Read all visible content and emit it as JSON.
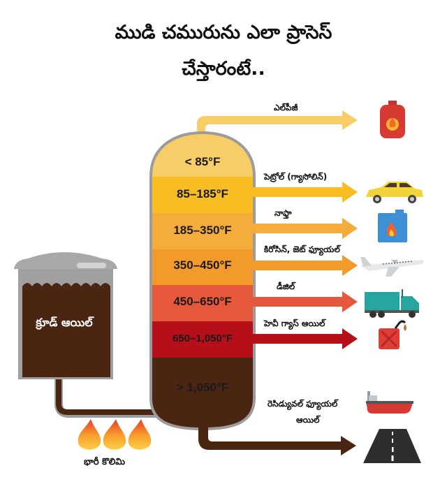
{
  "title": {
    "line1": "ముడి చమురును ఎలా ప్రాసెస్",
    "line2": "చేస్తారంటే.."
  },
  "tank": {
    "label": "క్రూడ్ ఆయిల్",
    "fill_color": "#4a2612",
    "shell_color": "#9c9c9c"
  },
  "furnace": {
    "label": "భారీ కొలిమి",
    "flame_count": 3
  },
  "column": {
    "bands": [
      {
        "temp": "< 85°F",
        "color": "#f7cd67"
      },
      {
        "temp": "85–185°F",
        "color": "#f8bd22"
      },
      {
        "temp": "185–350°F",
        "color": "#f4ad3c"
      },
      {
        "temp": "350–450°F",
        "color": "#f29a2a"
      },
      {
        "temp": "450–650°F",
        "color": "#e5583c"
      },
      {
        "temp": "650–1,050°F",
        "color": "#b51019"
      },
      {
        "temp": "> 1,050°F",
        "color": "#4a2612"
      }
    ]
  },
  "products": [
    {
      "label": "ఎల్‌పీజీ",
      "icon": "gas-cylinder-icon",
      "arrow_color": "#f7cd67"
    },
    {
      "label": "పెట్రోల్ (గ్యాసోలిన్)",
      "icon": "car-icon",
      "arrow_color": "#f8bd22"
    },
    {
      "label": "నాఫ్తా",
      "icon": "fuel-can-icon",
      "arrow_color": "#f4ad3c"
    },
    {
      "label": "కిరోసిన్, జెట్ ఫ్యూయల్",
      "icon": "airplane-icon",
      "arrow_color": "#f29a2a"
    },
    {
      "label": "డీజిల్",
      "icon": "truck-icon",
      "arrow_color": "#e5583c"
    },
    {
      "label": "హెవీ గ్యాస్ ఆయిల్",
      "icon": "jerrycan-icon",
      "arrow_color": "#b51019"
    },
    {
      "label_line1": "రెసిడ్యువల్ ఫ్యూయల్",
      "label_line2": "ఆయిల్",
      "icon": "ship-icon",
      "arrow_color": "#4a2612"
    },
    {
      "icon": "road-icon",
      "arrow_color": "#4a2612"
    }
  ]
}
